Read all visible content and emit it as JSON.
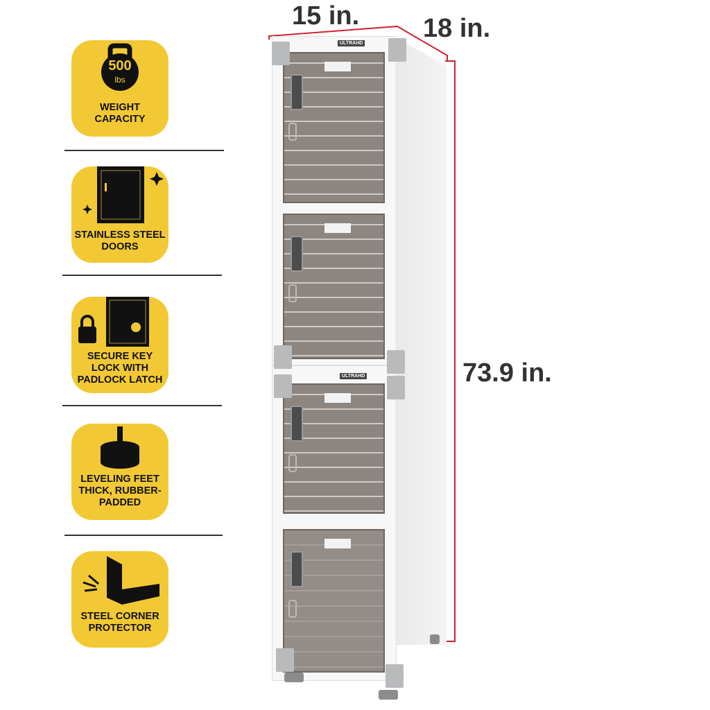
{
  "features": [
    {
      "icon": "kettlebell-icon",
      "weight_value": "500",
      "weight_unit": "lbs",
      "label": "WEIGHT\nCAPACITY"
    },
    {
      "icon": "steel-door-icon",
      "label": "STAINLESS STEEL\nDOORS"
    },
    {
      "icon": "padlock-icon",
      "label": "SECURE KEY\nLOCK WITH\nPADLOCK LATCH"
    },
    {
      "icon": "leveling-foot-icon",
      "label": "LEVELING FEET\nTHICK, RUBBER-\nPADDED"
    },
    {
      "icon": "corner-bracket-icon",
      "label": "STEEL CORNER\nPROTECTOR"
    }
  ],
  "dimensions": {
    "width": "15 in.",
    "depth": "18 in.",
    "height": "73.9 in."
  },
  "product": {
    "brand": "ULTRAHD"
  },
  "colors": {
    "badge": "#F2C934",
    "dimension_line": "#d0202a",
    "text": "#333333"
  }
}
